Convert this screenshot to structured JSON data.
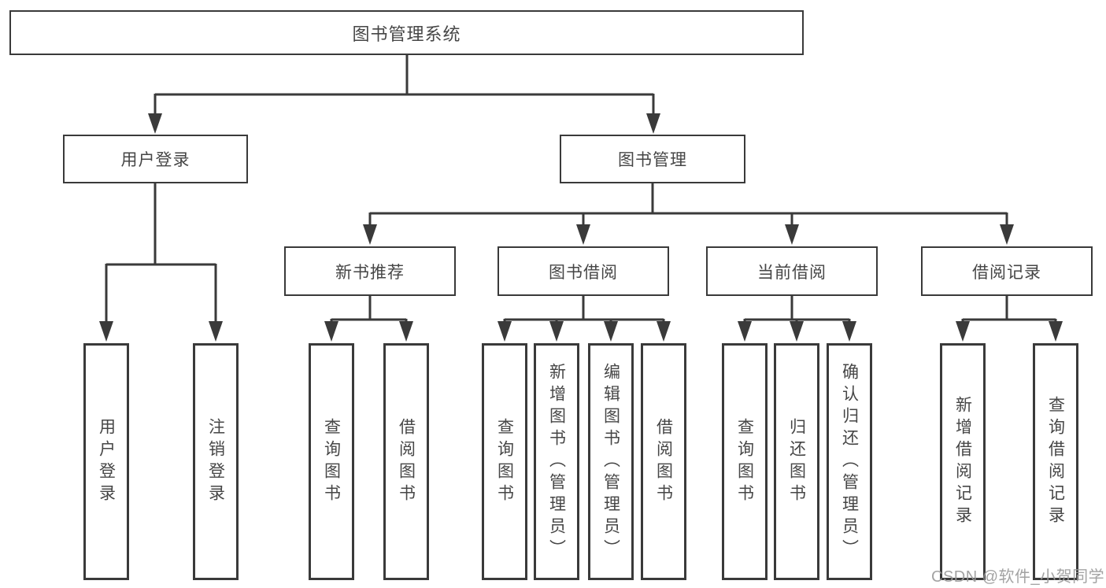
{
  "diagram": {
    "title": "图书管理系统",
    "root": {
      "label": "图书管理系统"
    },
    "level2": {
      "user_login": {
        "label": "用户登录"
      },
      "book_management": {
        "label": "图书管理"
      }
    },
    "level3": {
      "new_book_recommend": {
        "label": "新书推荐"
      },
      "book_borrow": {
        "label": "图书借阅"
      },
      "current_borrow": {
        "label": "当前借阅"
      },
      "borrow_records": {
        "label": "借阅记录"
      }
    },
    "leaves": {
      "user_login": [
        "用户登录",
        "注销登录"
      ],
      "new_book_recommend": [
        "查询图书",
        "借阅图书"
      ],
      "book_borrow": [
        "查询图书",
        "新增图书（管理员）",
        "编辑图书（管理员）",
        "借阅图书"
      ],
      "current_borrow": [
        "查询图书",
        "归还图书",
        "确认归还（管理员）"
      ],
      "borrow_records": [
        "新增借阅记录",
        "查询借阅记录"
      ]
    },
    "colors": {
      "line": "#3a3a3a",
      "box_border": "#3a3a3a",
      "text": "#464646",
      "background": "#ffffff",
      "watermark": "#9b9b9b"
    }
  },
  "watermark": {
    "text": "CSDN @软件_小贺同学"
  }
}
